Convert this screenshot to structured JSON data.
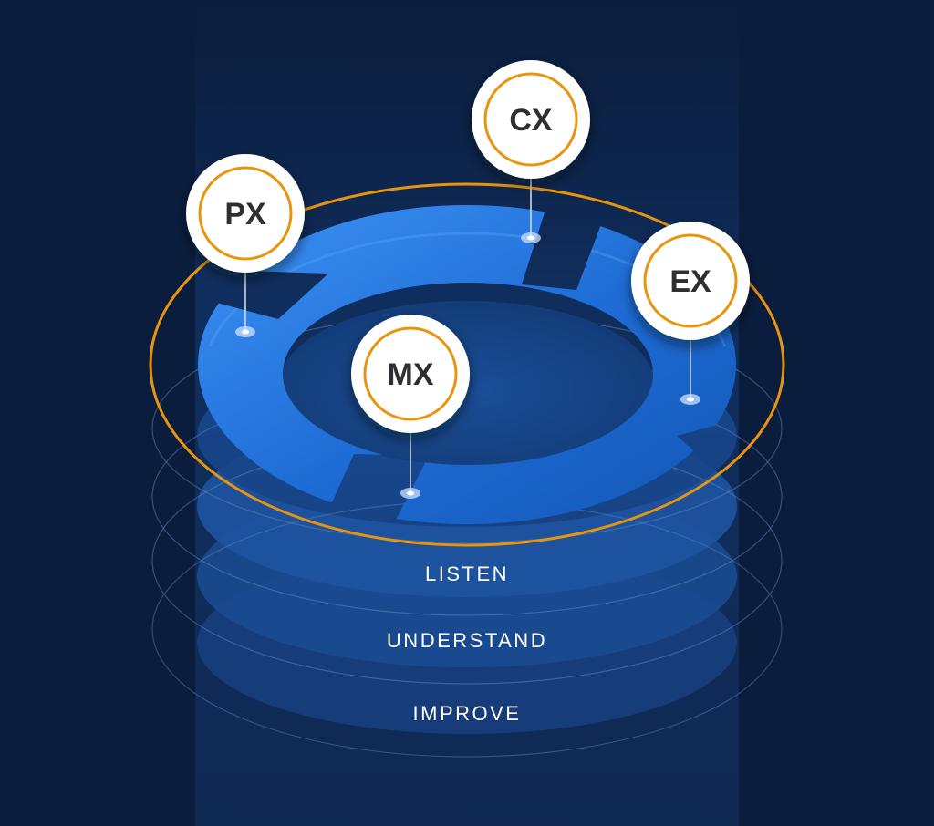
{
  "diagram": {
    "nodes": [
      {
        "id": "px",
        "label": "PX"
      },
      {
        "id": "cx",
        "label": "CX"
      },
      {
        "id": "ex",
        "label": "EX"
      },
      {
        "id": "mx",
        "label": "MX"
      }
    ],
    "layers": [
      {
        "id": "listen",
        "label": "LISTEN"
      },
      {
        "id": "understand",
        "label": "UNDERSTAND"
      },
      {
        "id": "improve",
        "label": "IMPROVE"
      }
    ]
  },
  "colors": {
    "background": "#0b1d3d",
    "ring_blue": "#1f6fd6",
    "ring_highlight": "#3a8cf0",
    "orbit_orange": "#e8940f",
    "node_fill": "#ffffff",
    "node_ring": "#e8940f",
    "node_text": "#2f2f33"
  }
}
